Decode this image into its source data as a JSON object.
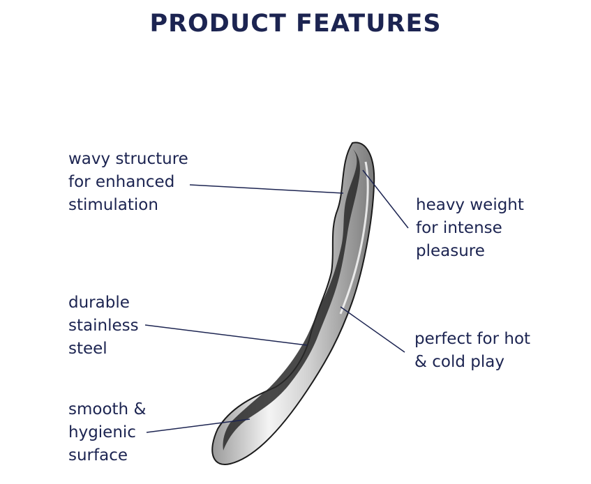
{
  "title": "PRODUCT FEATURES",
  "features": [
    {
      "id": "wavy",
      "lines": [
        "wavy structure",
        "for enhanced",
        "stimulation"
      ]
    },
    {
      "id": "steel",
      "lines": [
        "durable",
        "stainless",
        "steel"
      ]
    },
    {
      "id": "smooth",
      "lines": [
        "smooth &",
        "hygienic",
        "surface"
      ]
    },
    {
      "id": "weight",
      "lines": [
        "heavy weight",
        "for intense",
        "pleasure"
      ]
    },
    {
      "id": "hotcold",
      "lines": [
        "perfect for hot",
        "& cold play"
      ]
    }
  ],
  "colors": {
    "text": "#1c2451",
    "metal_light": "#e8e8e8",
    "metal_dark": "#2a2a2a"
  }
}
